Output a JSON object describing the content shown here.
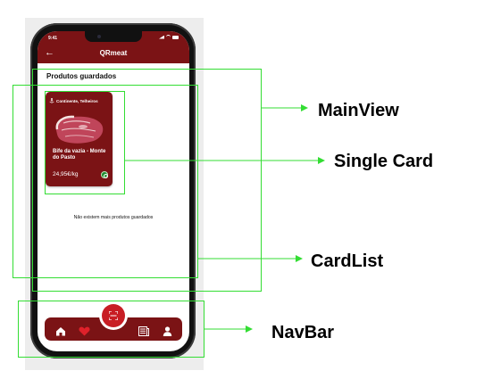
{
  "status_bar": {
    "time": "9:41"
  },
  "header": {
    "back_glyph": "←",
    "title": "QRmeat",
    "color": "#7b1315"
  },
  "section_title": "Produtos guardados",
  "card": {
    "location": "Continente, Telheiros",
    "location_icon": "anchor-icon",
    "product_name": "Bife da vazia - Monte do Pasto",
    "price": "24,95€/kg",
    "badge_color": "#1d8a2e"
  },
  "empty_message": "Não existem mais produtos guardados",
  "navbar": {
    "items": [
      "home-icon",
      "heart-icon",
      "scan-icon",
      "newspaper-icon",
      "user-icon"
    ],
    "accent": "#c81d24"
  },
  "annotations": {
    "main_view": "MainView",
    "single_card": "Single Card",
    "card_list": "CardList",
    "nav_bar": "NavBar",
    "box_color": "#33dd33"
  }
}
